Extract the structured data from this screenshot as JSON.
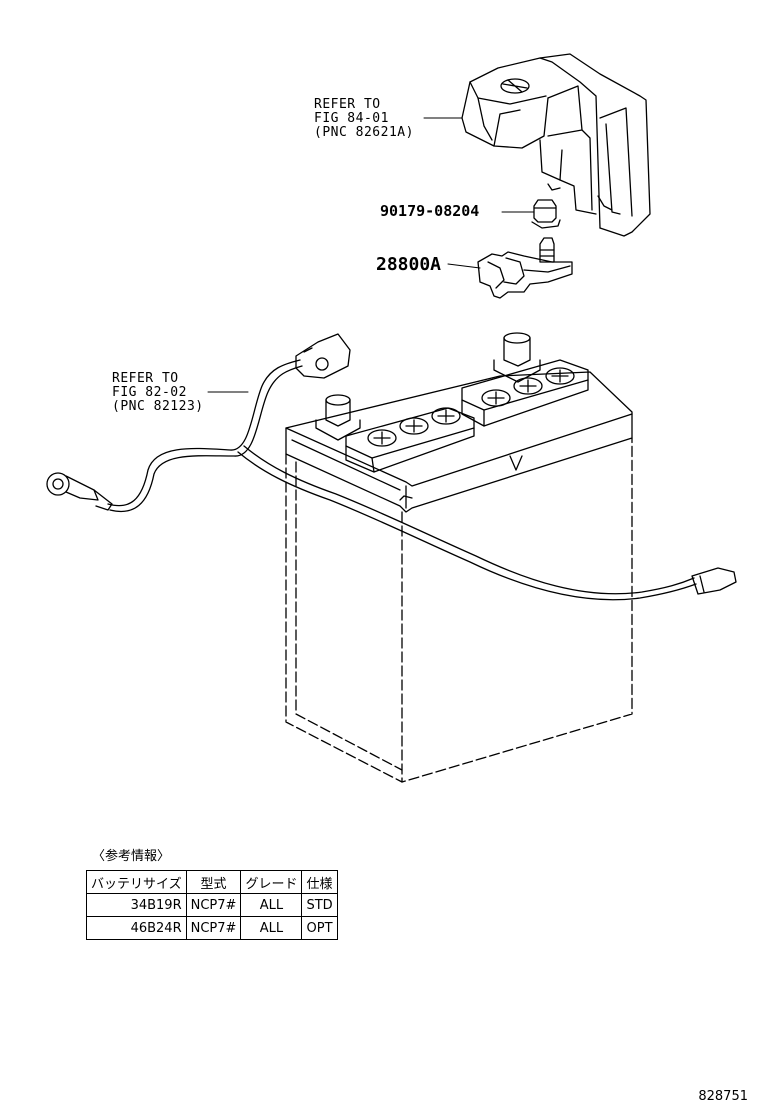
{
  "callouts": {
    "refer_84": {
      "line1": "REFER TO",
      "line2": "FIG 84-01",
      "line3": "(PNC 82621A)"
    },
    "refer_82": {
      "line1": "REFER TO",
      "line2": "FIG 82-02",
      "line3": "(PNC 82123)"
    }
  },
  "parts": {
    "nut": "90179-08204",
    "clamp": "28800A"
  },
  "reference": {
    "title": "〈参考情報〉",
    "headers": [
      "バッテリサイズ",
      "型式",
      "グレード",
      "仕様"
    ],
    "rows": [
      [
        "34B19R",
        "NCP7#",
        "ALL",
        "STD"
      ],
      [
        "46B24R",
        "NCP7#",
        "ALL",
        "OPT"
      ]
    ]
  },
  "figure_id": "828751"
}
